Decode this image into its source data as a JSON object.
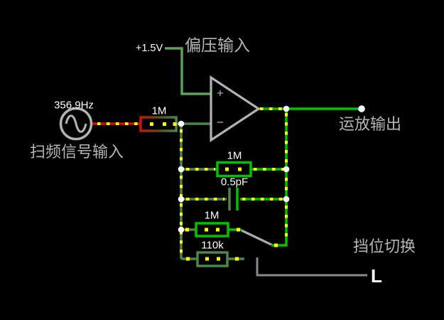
{
  "colors": {
    "background": "#000000",
    "wire_hot": "#00c300",
    "wire_cold": "#4d854d",
    "wire_bias": "#5f9e5f",
    "wire_neg": "#cf1010",
    "current": "#ffff00",
    "junction": "#ffffff",
    "outline": "#b2b2b2",
    "label_gray": "#b5b5b5",
    "label_white": "#ffffff",
    "annotation": "#8a8a8a"
  },
  "source": {
    "frequency": "356.9Hz",
    "label": "扫频信号输入"
  },
  "input_resistor": {
    "value": "1M"
  },
  "bias": {
    "voltage": "+1.5V",
    "label": "偏压输入"
  },
  "opamp": {
    "plus_label": "+",
    "minus_label": "−",
    "output_label": "运放输出"
  },
  "feedback": {
    "r_top": "1M",
    "cap": "0.5pF",
    "r_mid": "1M",
    "r_bottom": "110k"
  },
  "switch": {
    "label": "挡位切换",
    "shortcut_key": "L"
  }
}
